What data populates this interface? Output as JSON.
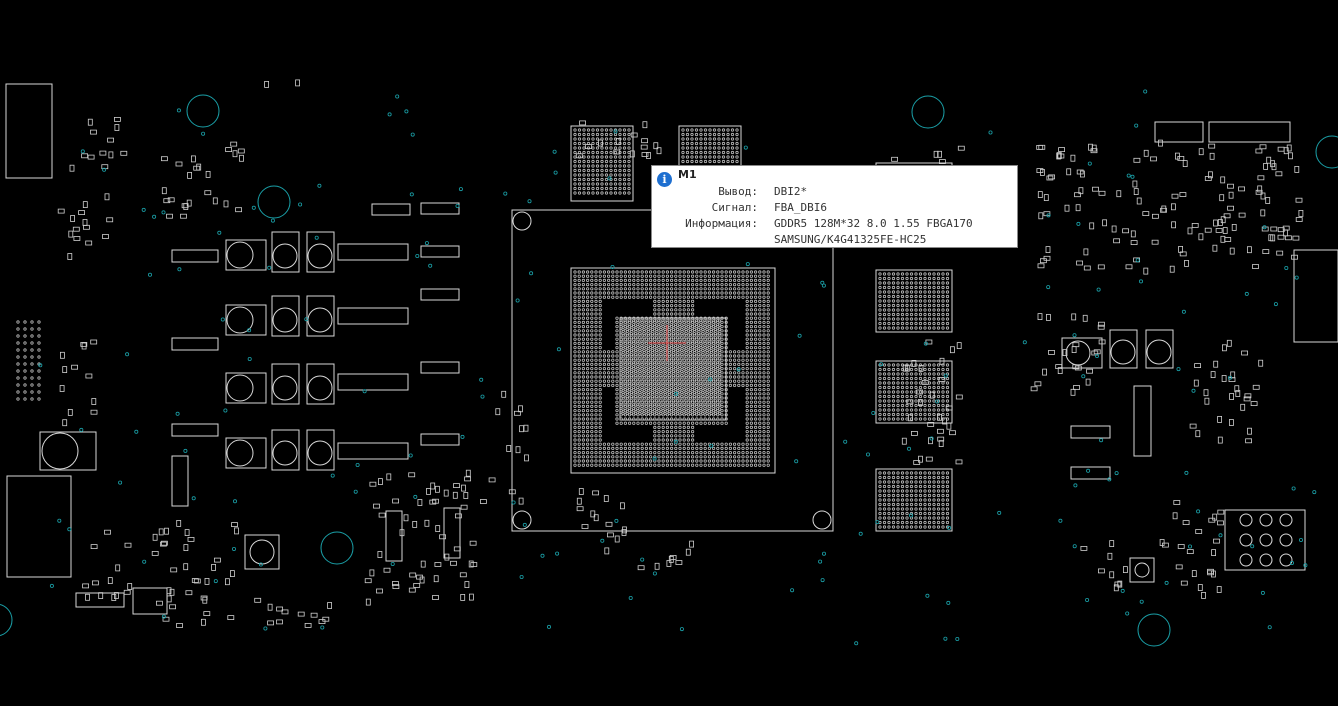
{
  "component_tooltip": {
    "title": "M1",
    "icon": "info-icon",
    "rows": [
      {
        "label": "Вывод:",
        "value": "DBI2*"
      },
      {
        "label": "Сигнал:",
        "value": "FBA_DBI6"
      },
      {
        "label": "Информация:",
        "value": "GDDR5 128M*32 8.0 1.55 FBGA170"
      },
      {
        "label": "",
        "value": "SAMSUNG/K4G41325FE-HC25"
      }
    ]
  },
  "colors": {
    "background": "#000000",
    "outline": "#d8d8d8",
    "via": "#1aa0a8",
    "highlight_pin": "#e04040",
    "tooltip_bg": "#ffffff",
    "info_icon": "#1e6fd0"
  }
}
